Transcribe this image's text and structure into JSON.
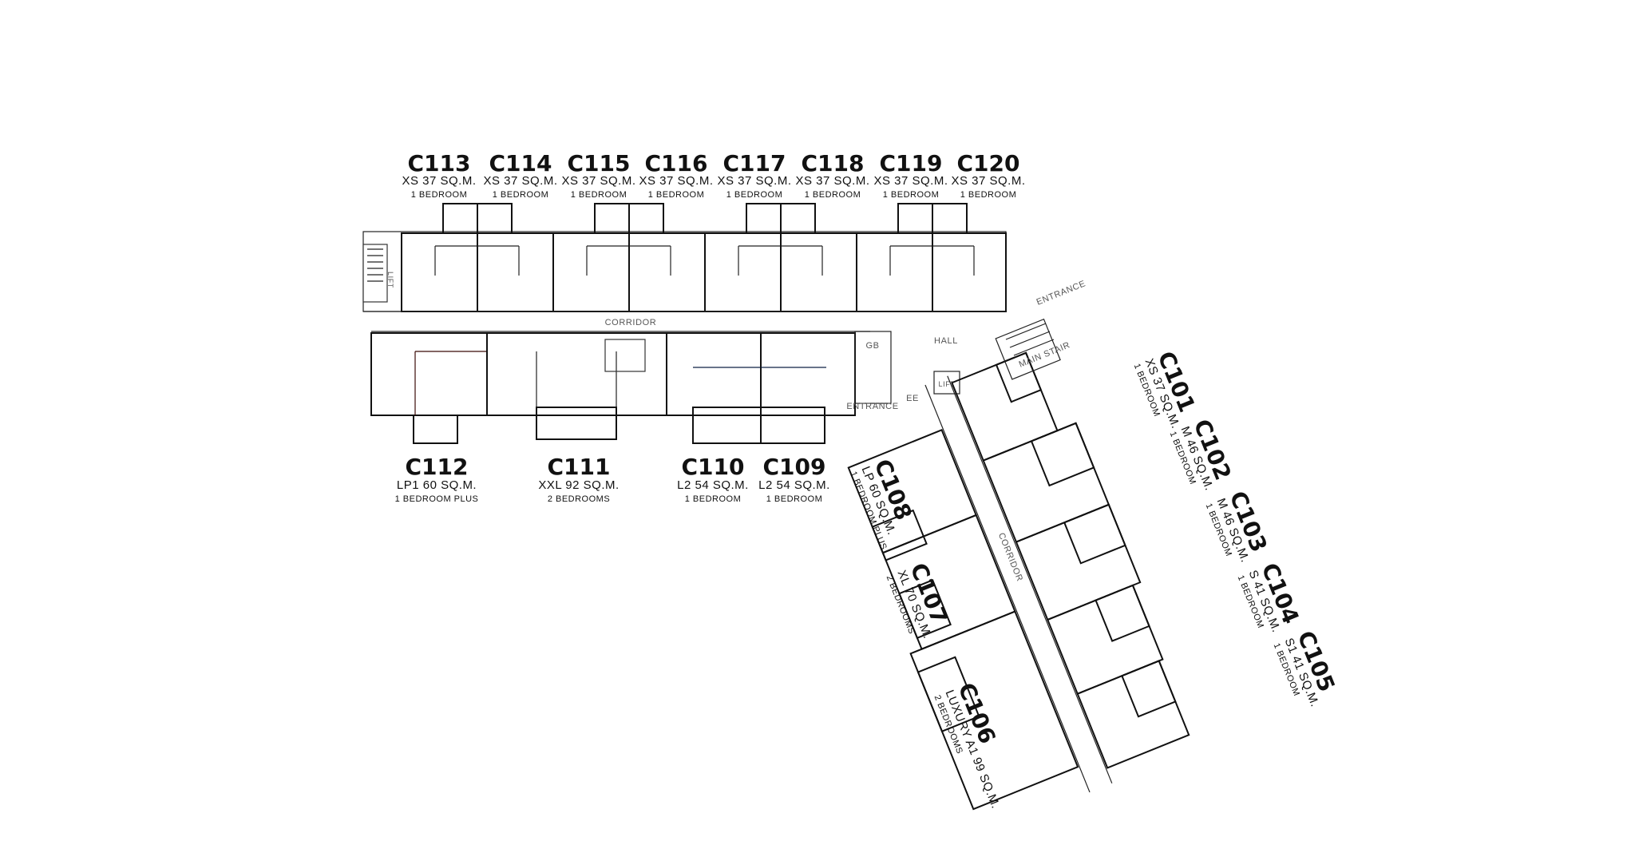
{
  "colors": {
    "xs": "#a8c6ea",
    "s": "#7ea6d6",
    "m": "#3d6a9e",
    "l": "#1e3f73",
    "lp": "#8a1c13",
    "xl": "#e9dccb",
    "xxl": "#e3d3bd",
    "luxury": "#dcc7a4",
    "outline": "#111111"
  },
  "common_areas": {
    "corridor_top": "CORRIDOR",
    "corridor_diag": "CORRIDOR",
    "hall": "HALL",
    "main_stair": "MAIN STAIR",
    "entrance_top": "ENTRANCE",
    "entrance_mid": "ENTRANCE",
    "lift_top": "LIFT",
    "lift_mid": "LIFT",
    "gb": "GB",
    "ee": "EE"
  },
  "units": {
    "c113": {
      "code": "C113",
      "size": "XS 37 SQ.M.",
      "bedrooms": "1 BEDROOM"
    },
    "c114": {
      "code": "C114",
      "size": "XS 37 SQ.M.",
      "bedrooms": "1 BEDROOM"
    },
    "c115": {
      "code": "C115",
      "size": "XS 37 SQ.M.",
      "bedrooms": "1 BEDROOM"
    },
    "c116": {
      "code": "C116",
      "size": "XS 37 SQ.M.",
      "bedrooms": "1 BEDROOM"
    },
    "c117": {
      "code": "C117",
      "size": "XS 37 SQ.M.",
      "bedrooms": "1 BEDROOM"
    },
    "c118": {
      "code": "C118",
      "size": "XS 37 SQ.M.",
      "bedrooms": "1 BEDROOM"
    },
    "c119": {
      "code": "C119",
      "size": "XS 37 SQ.M.",
      "bedrooms": "1 BEDROOM"
    },
    "c120": {
      "code": "C120",
      "size": "XS 37 SQ.M.",
      "bedrooms": "1 BEDROOM"
    },
    "c112": {
      "code": "C112",
      "size": "LP1 60 SQ.M.",
      "bedrooms": "1 BEDROOM PLUS"
    },
    "c111": {
      "code": "C111",
      "size": "XXL 92 SQ.M.",
      "bedrooms": "2 BEDROOMS"
    },
    "c110": {
      "code": "C110",
      "size": "L2 54 SQ.M.",
      "bedrooms": "1 BEDROOM"
    },
    "c109": {
      "code": "C109",
      "size": "L2 54 SQ.M.",
      "bedrooms": "1 BEDROOM"
    },
    "c108": {
      "code": "C108",
      "size": "LP 60 SQ.M.",
      "bedrooms": "1 BEDROOM PLUS"
    },
    "c107": {
      "code": "C107",
      "size": "XL 70 SQ.M.",
      "bedrooms": "2 BEDROOMS"
    },
    "c106": {
      "code": "C106",
      "size": "LUXURY A1 99 SQ.M.",
      "bedrooms": "2 BEDROOMS"
    },
    "c101": {
      "code": "C101",
      "size": "XS 37 SQ.M.",
      "bedrooms": "1 BEDROOM"
    },
    "c102": {
      "code": "C102",
      "size": "M 46 SQ.M.",
      "bedrooms": "1 BEDROOM"
    },
    "c103": {
      "code": "C103",
      "size": "M 46 SQ.M.",
      "bedrooms": "1 BEDROOM"
    },
    "c104": {
      "code": "C104",
      "size": "S 41 SQ.M.",
      "bedrooms": "1 BEDROOM"
    },
    "c105": {
      "code": "C105",
      "size": "S1 41 SQ.M.",
      "bedrooms": "1 BEDROOM"
    }
  }
}
